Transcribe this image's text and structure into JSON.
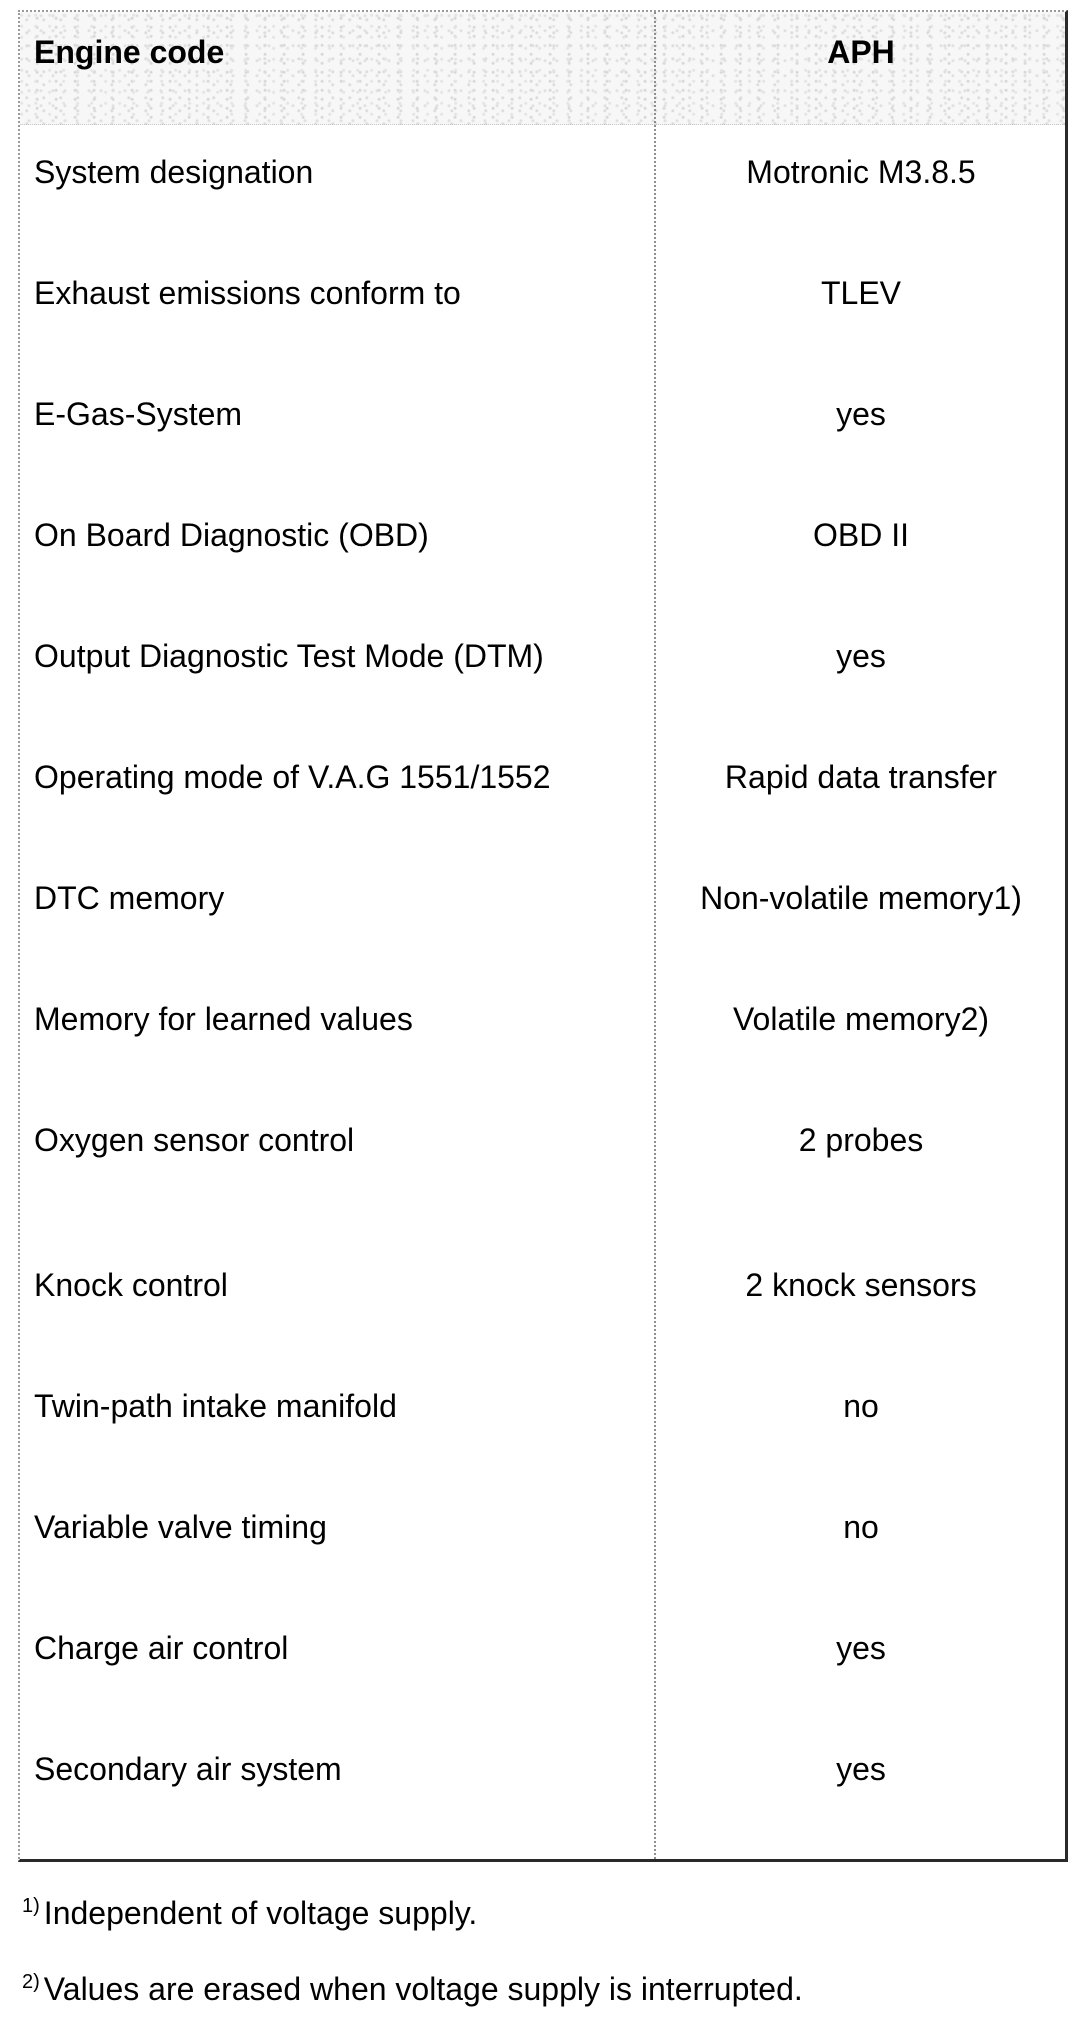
{
  "table": {
    "header": {
      "label": "Engine code",
      "value": "APH"
    },
    "rows": [
      {
        "label": "System designation",
        "value": "Motronic M3.8.5"
      },
      {
        "label": "Exhaust emissions conform to",
        "value": "TLEV"
      },
      {
        "label": "E-Gas-System",
        "value": "yes"
      },
      {
        "label": "On Board Diagnostic (OBD)",
        "value": "OBD II"
      },
      {
        "label": "Output Diagnostic Test Mode (DTM)",
        "value": "yes"
      },
      {
        "label": "Operating mode of V.A.G 1551/1552",
        "value": "Rapid data transfer"
      },
      {
        "label": "DTC memory",
        "value": "Non-volatile memory1)"
      },
      {
        "label": "Memory for learned values",
        "value": "Volatile memory2)"
      },
      {
        "label": "Oxygen sensor control",
        "value": "2 probes"
      },
      {
        "label": "Knock control",
        "value": "2 knock sensors"
      },
      {
        "label": "Twin-path intake manifold",
        "value": "no"
      },
      {
        "label": "Variable valve timing",
        "value": "no"
      },
      {
        "label": "Charge air control",
        "value": "yes"
      },
      {
        "label": "Secondary air system",
        "value": "yes"
      }
    ]
  },
  "footnotes": [
    {
      "marker": "1)",
      "text": "Independent of voltage supply."
    },
    {
      "marker": "2)",
      "text": "Values are erased when voltage supply is interrupted."
    }
  ]
}
